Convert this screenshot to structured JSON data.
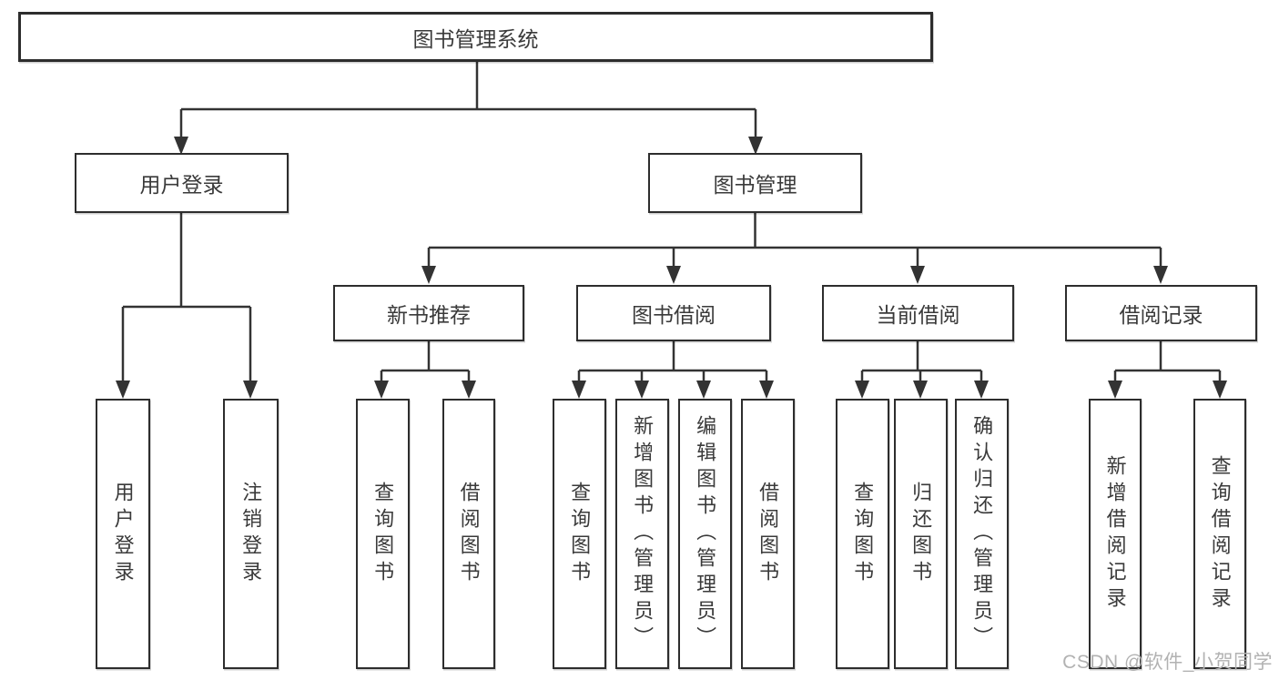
{
  "watermark": "CSDN @软件_小贺同学",
  "tree": {
    "root": "图书管理系统",
    "children": [
      {
        "label": "用户登录",
        "children": [
          "用户登录",
          "注销登录"
        ]
      },
      {
        "label": "图书管理",
        "children": [
          {
            "label": "新书推荐",
            "children": [
              "查询图书",
              "借阅图书"
            ]
          },
          {
            "label": "图书借阅",
            "children": [
              "查询图书",
              "新增图书（管理员）",
              "编辑图书（管理员）",
              "借阅图书"
            ]
          },
          {
            "label": "当前借阅",
            "children": [
              "查询图书",
              "归还图书",
              "确认归还（管理员）"
            ]
          },
          {
            "label": "借阅记录",
            "children": [
              "新增借阅记录",
              "查询借阅记录"
            ]
          }
        ]
      }
    ]
  },
  "colors": {
    "line": "#333333",
    "border": "#2d2d2d",
    "text": "#3a3a3a",
    "watermark": "#b2b2b2"
  }
}
